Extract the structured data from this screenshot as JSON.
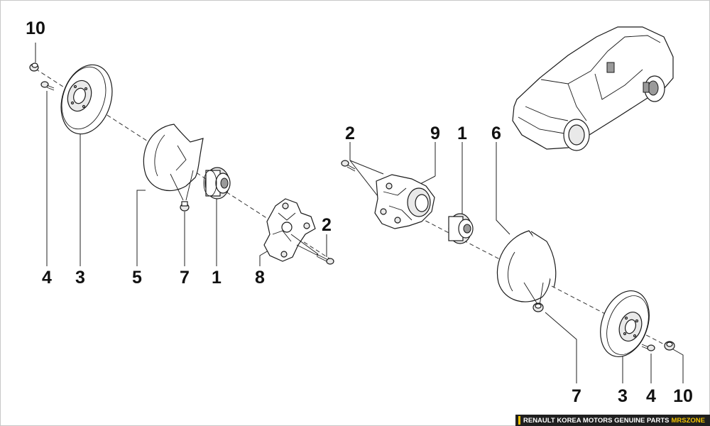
{
  "diagram": {
    "callouts": {
      "c10_left": "10",
      "c4_left": "4",
      "c3_left": "3",
      "c5_left": "5",
      "c7_left": "7",
      "c1_left": "1",
      "c8": "8",
      "c2_lower": "2",
      "c2_upper": "2",
      "c9": "9",
      "c1_right": "1",
      "c6": "6",
      "c7_right": "7",
      "c3_right": "3",
      "c4_right": "4",
      "c10_right": "10"
    }
  },
  "footer": {
    "text": "RENAULT KOREA MOTORS GENUINE PARTS",
    "brand": "MRSZONE"
  },
  "colors": {
    "accent": "#f2c200",
    "banner": "#1f1f1f",
    "line": "#1a1a1a"
  }
}
